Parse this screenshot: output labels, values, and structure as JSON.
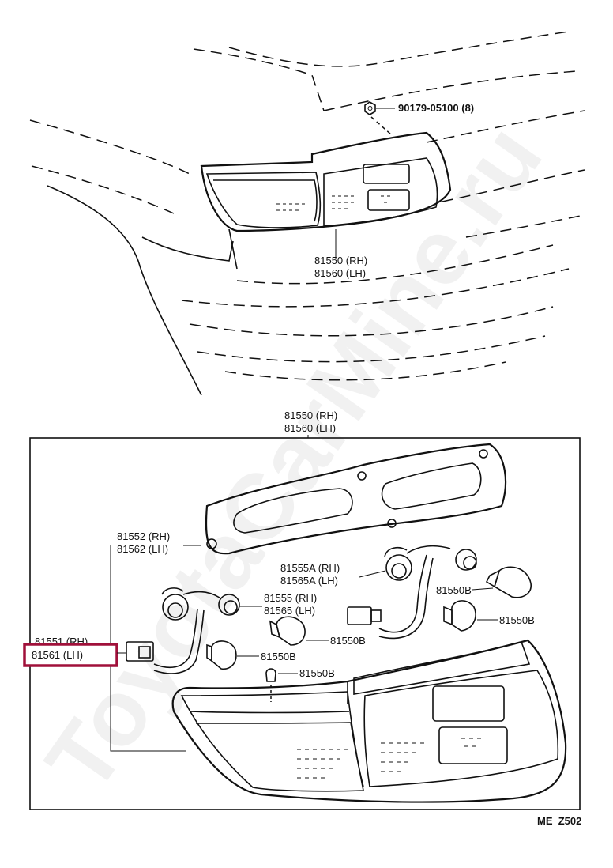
{
  "diagram": {
    "watermark": "ToyotaCarMine.ru",
    "figure_code": "ME  Z502",
    "top_view": {
      "bolt_label": "90179-05100 (8)",
      "lamp_label_rh": "81550 (RH)",
      "lamp_label_lh": "81560 (LH)"
    },
    "detail_view": {
      "assembly_label_rh": "81550 (RH)",
      "assembly_label_lh": "81560 (LH)",
      "parts": [
        {
          "id": "gasket",
          "rh": "81552 (RH)",
          "lh": "81562 (LH)"
        },
        {
          "id": "socket-upper",
          "rh": "81555A (RH)",
          "lh": "81565A (LH)"
        },
        {
          "id": "socket-lower",
          "rh": "81555 (RH)",
          "lh": "81565 (LH)"
        },
        {
          "id": "wiring",
          "rh": "81551 (RH)",
          "lh": "81561 (LH)"
        }
      ],
      "bulbs": [
        "81550B",
        "81550B",
        "81550B",
        "81550B",
        "81550B"
      ],
      "highlighted_part": "81561 (LH)",
      "highlight_color": "#a0103a"
    }
  }
}
